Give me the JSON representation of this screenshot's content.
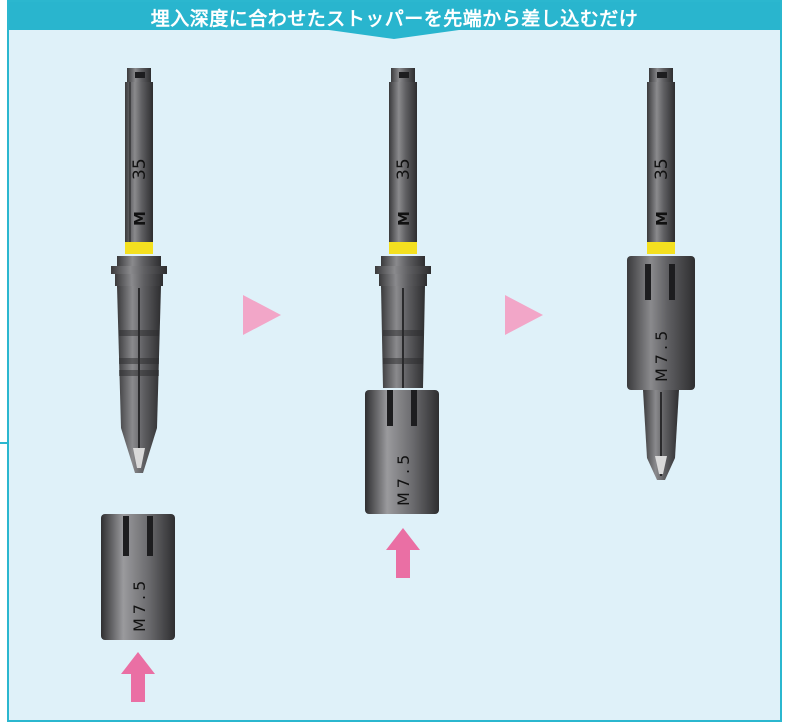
{
  "header": {
    "title": "埋入深度に合わせたストッパーを先端から差し込むだけ"
  },
  "colors": {
    "header_bg": "#29b5ce",
    "panel_bg": "#dff1f9",
    "border": "#2bb7cf",
    "arrow": "#f2a6c8",
    "up_arrow": "#ea6fa4",
    "band": "#f4e020",
    "metal": "#5d5d60"
  },
  "steps": [
    {
      "drill_size": "35",
      "drill_mark": "M",
      "stopper_label": "M7.5"
    },
    {
      "drill_size": "35",
      "drill_mark": "M",
      "stopper_label": "M7.5"
    },
    {
      "drill_size": "35",
      "drill_mark": "M",
      "stopper_label": "M7.5"
    }
  ],
  "icons": {
    "step_arrow": "triangle-right-icon",
    "insert_arrow": "arrow-up-icon"
  }
}
